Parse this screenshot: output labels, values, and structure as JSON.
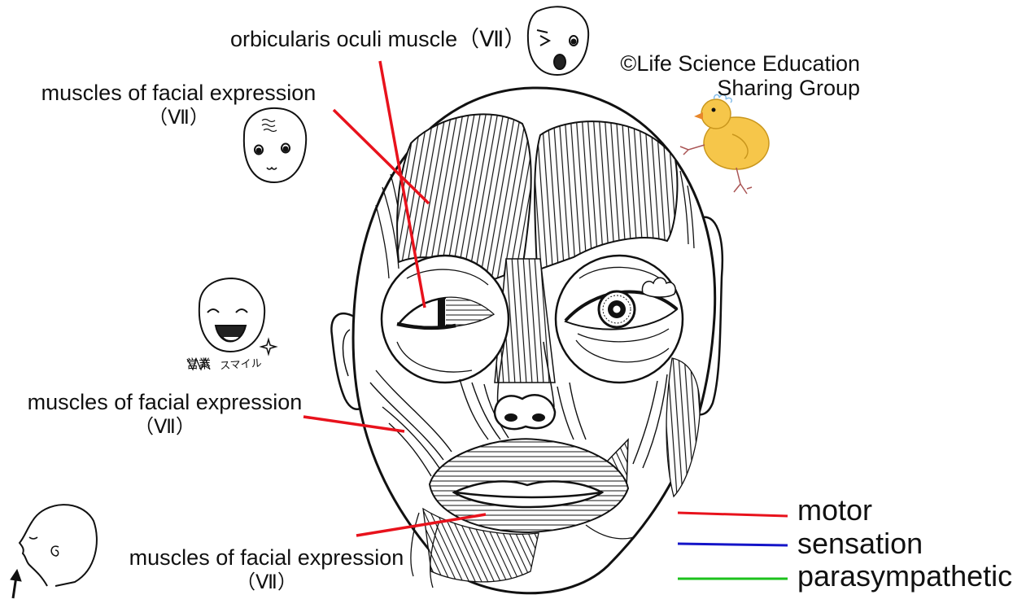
{
  "labels": {
    "orbicularis_oculi": "orbicularis oculi muscle（Ⅶ）",
    "facial_expression_upper": {
      "name": "muscles of facial expression",
      "nerve": "（Ⅶ）"
    },
    "facial_expression_middle": {
      "name": "muscles of facial expression",
      "nerve": "（Ⅶ）"
    },
    "facial_expression_lower": {
      "name": "muscles of facial expression",
      "nerve": "（Ⅶ）"
    }
  },
  "credit": {
    "line1": "©Life Science Education",
    "line2": "Sharing Group"
  },
  "doodle": {
    "crossed_word": "営業",
    "caption": "スマイル"
  },
  "legend": {
    "items": [
      {
        "label": "motor",
        "color": "#e8121c"
      },
      {
        "label": "sensation",
        "color": "#1414c8"
      },
      {
        "label": "parasympathetic",
        "color": "#1cc21c"
      }
    ]
  },
  "illustration_colors": {
    "chick_body": "#f6c64a",
    "chick_beak": "#e8872a",
    "chick_tuft": "#86bde8"
  }
}
